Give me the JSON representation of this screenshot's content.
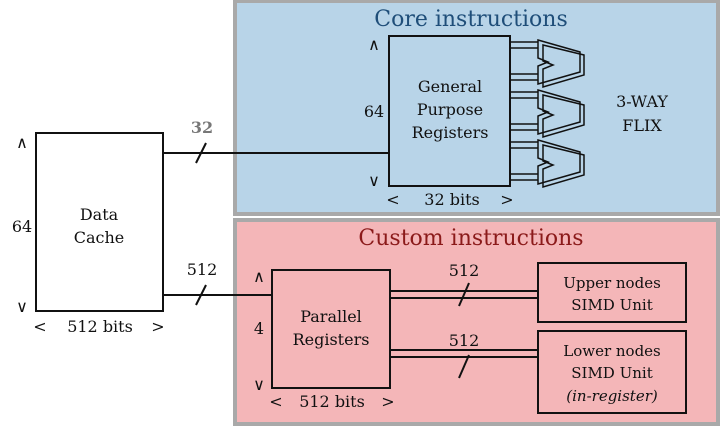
{
  "panels": {
    "core": {
      "title": "Core instructions",
      "fill": "#b8d4e8",
      "border": "#a9a9a9"
    },
    "custom": {
      "title": "Custom instructions",
      "fill": "#f4b6b8",
      "border": "#a9a9a9"
    }
  },
  "data_cache": {
    "line1": "Data",
    "line2": "Cache",
    "height": "64",
    "width": "512 bits",
    "arrow_up": "∧",
    "arrow_down": "∨",
    "arrow_left": "<",
    "arrow_right": ">"
  },
  "gpr": {
    "line1": "General",
    "line2": "Purpose",
    "line3": "Registers",
    "height": "64",
    "width": "32 bits",
    "arrow_up": "∧",
    "arrow_down": "∨",
    "arrow_left": "<",
    "arrow_right": ">"
  },
  "flix": {
    "line1": "3-WAY",
    "line2": "FLIX"
  },
  "parallel_regs": {
    "line1": "Parallel",
    "line2": "Registers",
    "height": "4",
    "width": "512 bits",
    "arrow_up": "∧",
    "arrow_down": "∨",
    "arrow_left": "<",
    "arrow_right": ">"
  },
  "upper_simd": {
    "line1": "Upper nodes",
    "line2": "SIMD Unit"
  },
  "lower_simd": {
    "line1": "Lower nodes",
    "line2": "SIMD Unit",
    "line3": "(in-register)"
  },
  "buses": {
    "cache_to_gpr": "32",
    "cache_to_parallel": "512",
    "parallel_to_upper": "512",
    "parallel_to_lower": "512"
  }
}
